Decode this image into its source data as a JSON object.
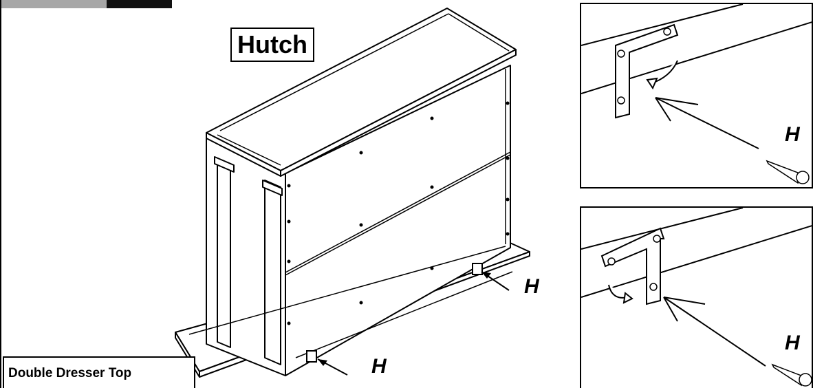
{
  "header": {
    "tab_colors": {
      "left": "#a7a7a7",
      "right": "#111111"
    }
  },
  "main_illustration": {
    "title": "Hutch",
    "base_label": "Double Dresser Top",
    "fastener_callouts": [
      "H",
      "H"
    ]
  },
  "details": [
    {
      "label": "H",
      "bracket": "l-bracket-upper",
      "arrow": "rotate-clockwise"
    },
    {
      "label": "H",
      "bracket": "l-bracket-lower",
      "arrow": "rotate-counterclockwise"
    }
  ],
  "icons": [
    "screw-icon",
    "rotation-arrow-icon",
    "l-bracket-icon"
  ]
}
